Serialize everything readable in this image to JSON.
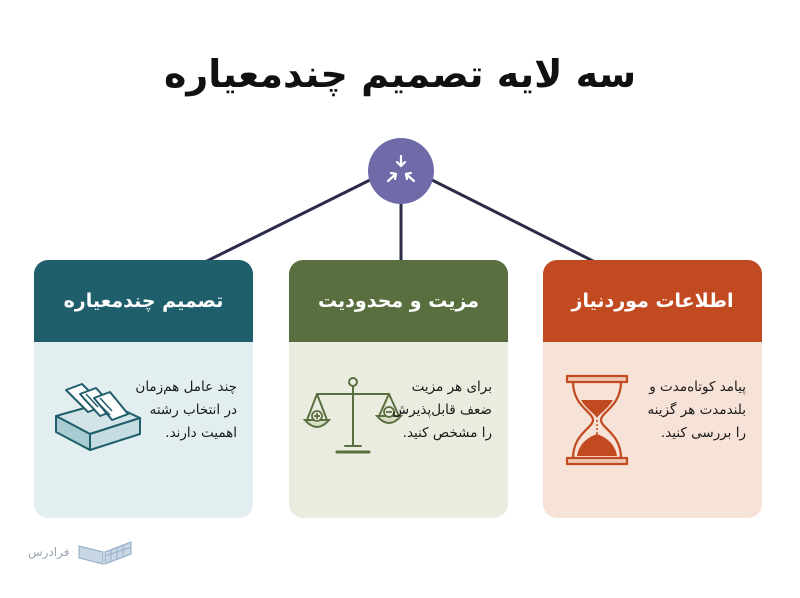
{
  "title": "سه لایه تصمیم چندمعیاره",
  "hub": {
    "icon": "converge-arrows-icon",
    "color": "#6f6aa8"
  },
  "cards": [
    {
      "header": "تصمیم چندمعیاره",
      "text": "چند عامل هم‌زمان در انتخاب رشته اهمیت دارند.",
      "icon": "file-drawer-icon",
      "header_color": "#1f5f6b",
      "body_color": "#e3eef0"
    },
    {
      "header": "مزیت و محدودیت",
      "text": "برای هر مزیت ضعف قابل‌پذیرش را مشخص کنید.",
      "icon": "balance-scale-icon",
      "header_color": "#5a6f3f",
      "body_color": "#e9ecdf"
    },
    {
      "header": "اطلاعات موردنیاز",
      "text": "پیامد کوتاه‌مدت و بلندمدت هر گزینه را بررسی کنید.",
      "icon": "hourglass-icon",
      "header_color": "#c24a20",
      "body_color": "#f7e2d8"
    }
  ],
  "logo": {
    "text": "فرادرس",
    "icon": "open-book-icon"
  }
}
